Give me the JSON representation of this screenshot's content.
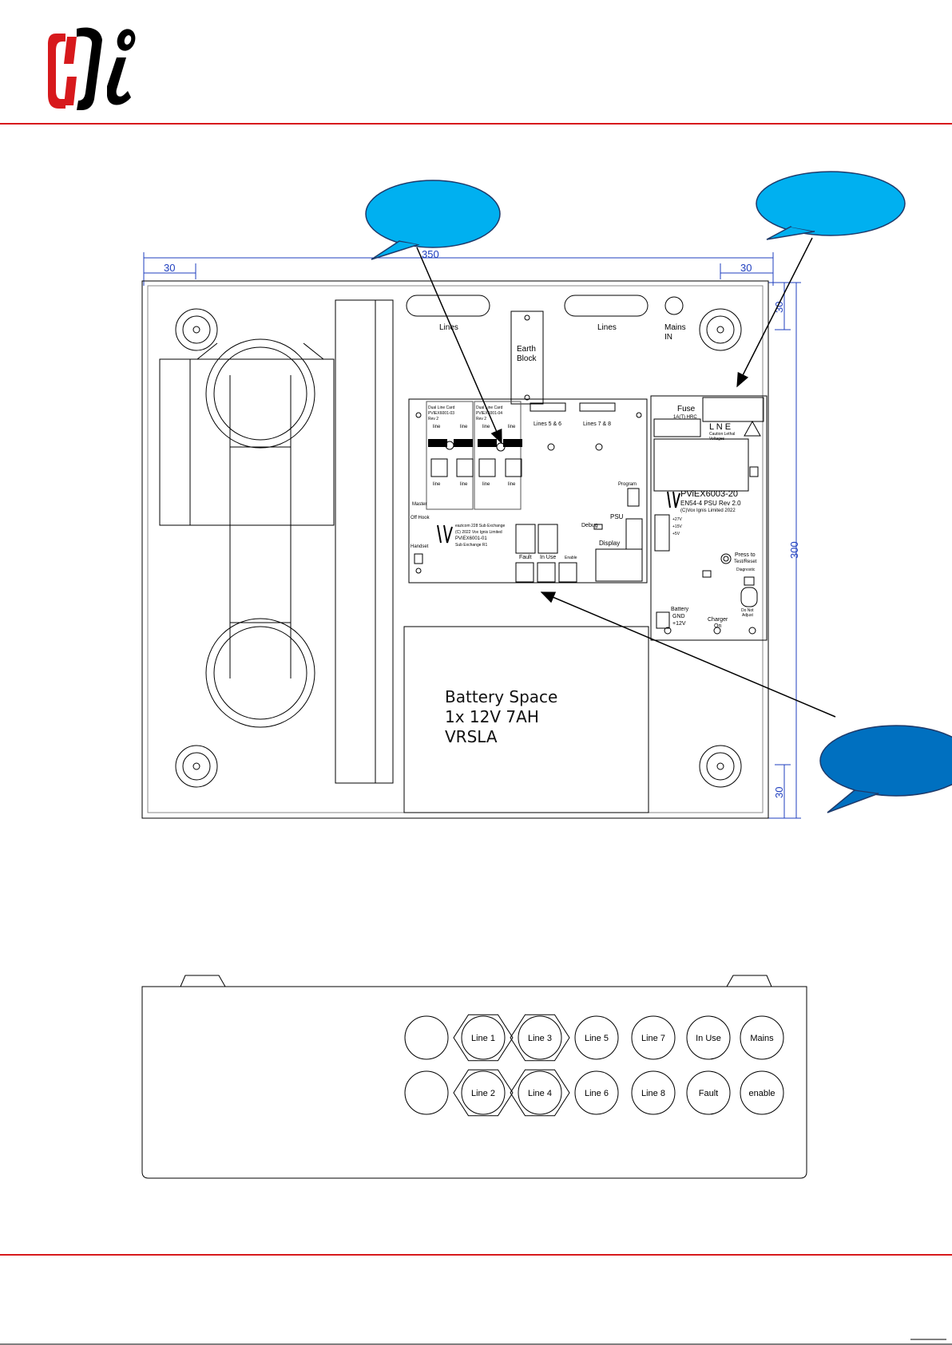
{
  "colors": {
    "accent_red": "#d7191c",
    "callout_light": "#00b0f0",
    "callout_dark": "#0070c0",
    "dimension_blue": "#1f3fbf"
  },
  "dimensions": {
    "overall_width": "350",
    "left_margin": "30",
    "right_margin": "30",
    "overall_height": "300",
    "top_margin": "30",
    "bottom_margin": "30"
  },
  "enclosure": {
    "lines_left": "Lines",
    "lines_right": "Lines",
    "mains_in": [
      "Mains",
      "IN"
    ],
    "earth_block": [
      "Earth",
      "Block"
    ],
    "battery_space": [
      "Battery Space",
      "1x 12V 7AH",
      "VRSLA"
    ]
  },
  "line_card": {
    "card_a": [
      "Dual Line Card",
      "PVIEX6001-03",
      "Rev 2"
    ],
    "card_b": [
      "Dual Line Card",
      "PVIEX6001-04",
      "Rev 2"
    ],
    "lines_5_6": "Lines 5 & 6",
    "lines_7_8": "Lines 7 & 8",
    "line_labels": [
      "line",
      "line",
      "line",
      "line",
      "line",
      "line",
      "line",
      "line"
    ],
    "master_off_hook": [
      "Master",
      "Off Hook"
    ],
    "handset": "Handset",
    "program": "Program",
    "debug": "Debug",
    "psu": "PSU",
    "display": "Display",
    "fault": "Fault",
    "in_use": "In Use",
    "enable": "Enable",
    "board_name": [
      "eazicom 228 Sub Exchange",
      "(C) 2022 Vox Ignis Limited",
      "PVIEX6001-01",
      "Sub Exchange R1"
    ]
  },
  "psu_board": {
    "fuse": "Fuse",
    "fuse_rating": "1A(T) HRC",
    "lne": "L   N   E",
    "caution": [
      "Caution Lethal",
      "Voltages"
    ],
    "model": "PViEX6003-20",
    "standard": "EN54-4 PSU Rev 2.0",
    "copyright": "(C)Vox Ignis Limited 2022",
    "rails": [
      "+27V",
      "+15V",
      "+5V"
    ],
    "press_to": "Press to",
    "test_reset": "Test/Reset",
    "diagnostic": "Diagnostic",
    "do_not_adjust": [
      "Do Not",
      "Adjust"
    ],
    "battery": "Battery",
    "gnd": "GND",
    "v12": "+12V",
    "charger_on": [
      "Charger",
      "On"
    ]
  },
  "front_panel": {
    "row1": [
      "",
      "Line 1",
      "Line 3",
      "Line 5",
      "Line 7",
      "In Use",
      "Mains"
    ],
    "row2": [
      "",
      "Line 2",
      "Line 4",
      "Line 6",
      "Line 8",
      "Fault",
      "enable"
    ]
  },
  "callouts": {
    "left": "",
    "right": "",
    "bottom": ""
  }
}
